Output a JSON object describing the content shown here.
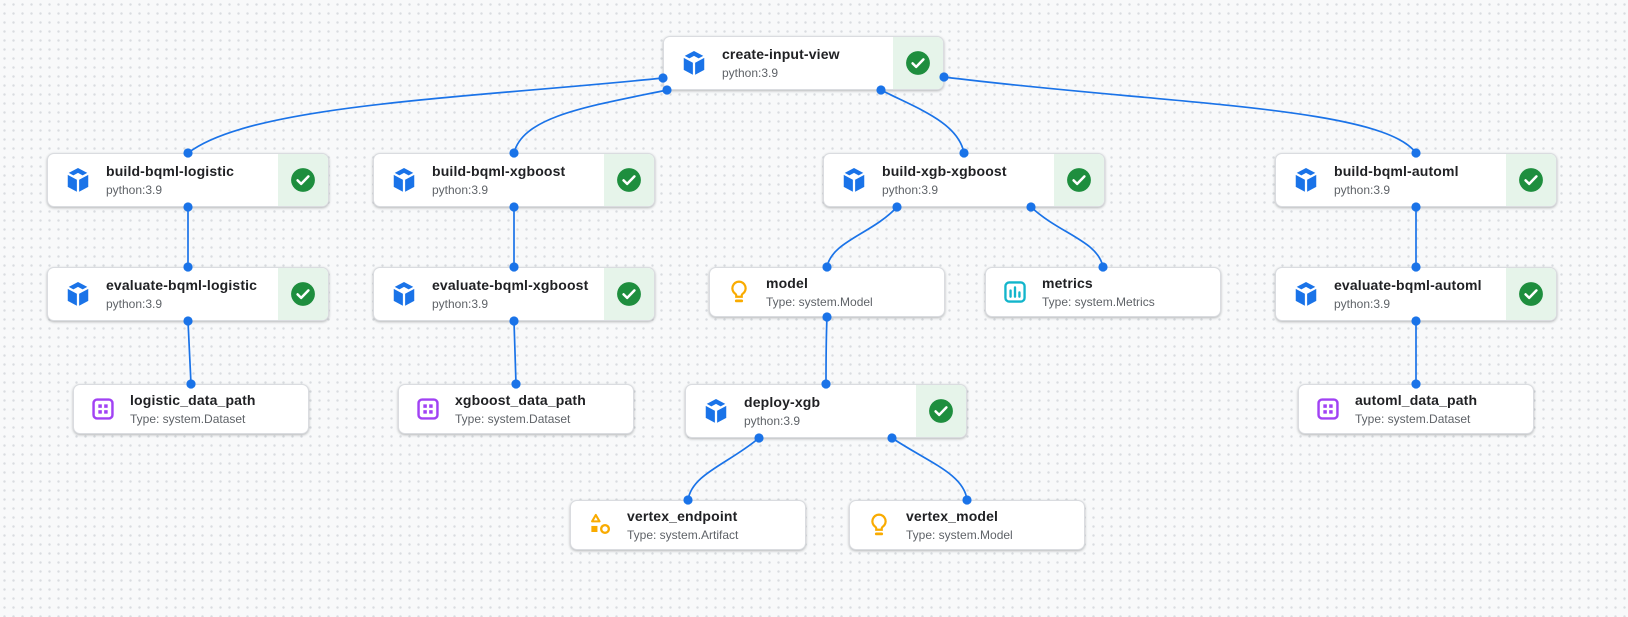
{
  "app": {
    "name": "vertex-pipeline-dag"
  },
  "colors": {
    "edge": "#1a73e8",
    "canvas_bg": "#f8f9fa",
    "grid_dot": "#d9dce0",
    "node_border": "#dadce0",
    "success_green": "#1e8e3e",
    "success_bg": "#e6f4ea",
    "component_blue": "#1a73e8",
    "model_yellow": "#f9ab00",
    "metrics_teal": "#12b5cb",
    "dataset_purple": "#a142f4",
    "artifact_yellow": "#f9ab00"
  },
  "nodes": [
    {
      "id": "create-input-view",
      "title": "create-input-view",
      "subtitle": "python:3.9",
      "kind": "execution",
      "icon": "component-icon",
      "status": "succeeded"
    },
    {
      "id": "build-bqml-logistic",
      "title": "build-bqml-logistic",
      "subtitle": "python:3.9",
      "kind": "execution",
      "icon": "component-icon",
      "status": "succeeded"
    },
    {
      "id": "build-bqml-xgboost",
      "title": "build-bqml-xgboost",
      "subtitle": "python:3.9",
      "kind": "execution",
      "icon": "component-icon",
      "status": "succeeded"
    },
    {
      "id": "build-xgb-xgboost",
      "title": "build-xgb-xgboost",
      "subtitle": "python:3.9",
      "kind": "execution",
      "icon": "component-icon",
      "status": "succeeded"
    },
    {
      "id": "build-bqml-automl",
      "title": "build-bqml-automl",
      "subtitle": "python:3.9",
      "kind": "execution",
      "icon": "component-icon",
      "status": "succeeded"
    },
    {
      "id": "evaluate-bqml-logistic",
      "title": "evaluate-bqml-logistic",
      "subtitle": "python:3.9",
      "kind": "execution",
      "icon": "component-icon",
      "status": "succeeded"
    },
    {
      "id": "evaluate-bqml-xgboost",
      "title": "evaluate-bqml-xgboost",
      "subtitle": "python:3.9",
      "kind": "execution",
      "icon": "component-icon",
      "status": "succeeded"
    },
    {
      "id": "model",
      "title": "model",
      "subtitle": "Type: system.Model",
      "kind": "artifact",
      "icon": "model-icon",
      "status": null
    },
    {
      "id": "metrics",
      "title": "metrics",
      "subtitle": "Type: system.Metrics",
      "kind": "artifact",
      "icon": "metrics-icon",
      "status": null
    },
    {
      "id": "evaluate-bqml-automl",
      "title": "evaluate-bqml-automl",
      "subtitle": "python:3.9",
      "kind": "execution",
      "icon": "component-icon",
      "status": "succeeded"
    },
    {
      "id": "logistic_data_path",
      "title": "logistic_data_path",
      "subtitle": "Type: system.Dataset",
      "kind": "artifact",
      "icon": "dataset-icon",
      "status": null
    },
    {
      "id": "xgboost_data_path",
      "title": "xgboost_data_path",
      "subtitle": "Type: system.Dataset",
      "kind": "artifact",
      "icon": "dataset-icon",
      "status": null
    },
    {
      "id": "deploy-xgb",
      "title": "deploy-xgb",
      "subtitle": "python:3.9",
      "kind": "execution",
      "icon": "component-icon",
      "status": "succeeded"
    },
    {
      "id": "automl_data_path",
      "title": "automl_data_path",
      "subtitle": "Type: system.Dataset",
      "kind": "artifact",
      "icon": "dataset-icon",
      "status": null
    },
    {
      "id": "vertex_endpoint",
      "title": "vertex_endpoint",
      "subtitle": "Type: system.Artifact",
      "kind": "artifact",
      "icon": "artifact-icon",
      "status": null
    },
    {
      "id": "vertex_model",
      "title": "vertex_model",
      "subtitle": "Type: system.Model",
      "kind": "artifact",
      "icon": "model-icon",
      "status": null
    }
  ],
  "edges": [
    {
      "from": "create-input-view",
      "to": "build-bqml-logistic"
    },
    {
      "from": "create-input-view",
      "to": "build-bqml-xgboost"
    },
    {
      "from": "create-input-view",
      "to": "build-xgb-xgboost"
    },
    {
      "from": "create-input-view",
      "to": "build-bqml-automl"
    },
    {
      "from": "build-bqml-logistic",
      "to": "evaluate-bqml-logistic"
    },
    {
      "from": "build-bqml-xgboost",
      "to": "evaluate-bqml-xgboost"
    },
    {
      "from": "build-xgb-xgboost",
      "to": "model"
    },
    {
      "from": "build-xgb-xgboost",
      "to": "metrics"
    },
    {
      "from": "build-bqml-automl",
      "to": "evaluate-bqml-automl"
    },
    {
      "from": "evaluate-bqml-logistic",
      "to": "logistic_data_path"
    },
    {
      "from": "evaluate-bqml-xgboost",
      "to": "xgboost_data_path"
    },
    {
      "from": "model",
      "to": "deploy-xgb"
    },
    {
      "from": "evaluate-bqml-automl",
      "to": "automl_data_path"
    },
    {
      "from": "deploy-xgb",
      "to": "vertex_endpoint"
    },
    {
      "from": "deploy-xgb",
      "to": "vertex_model"
    }
  ]
}
